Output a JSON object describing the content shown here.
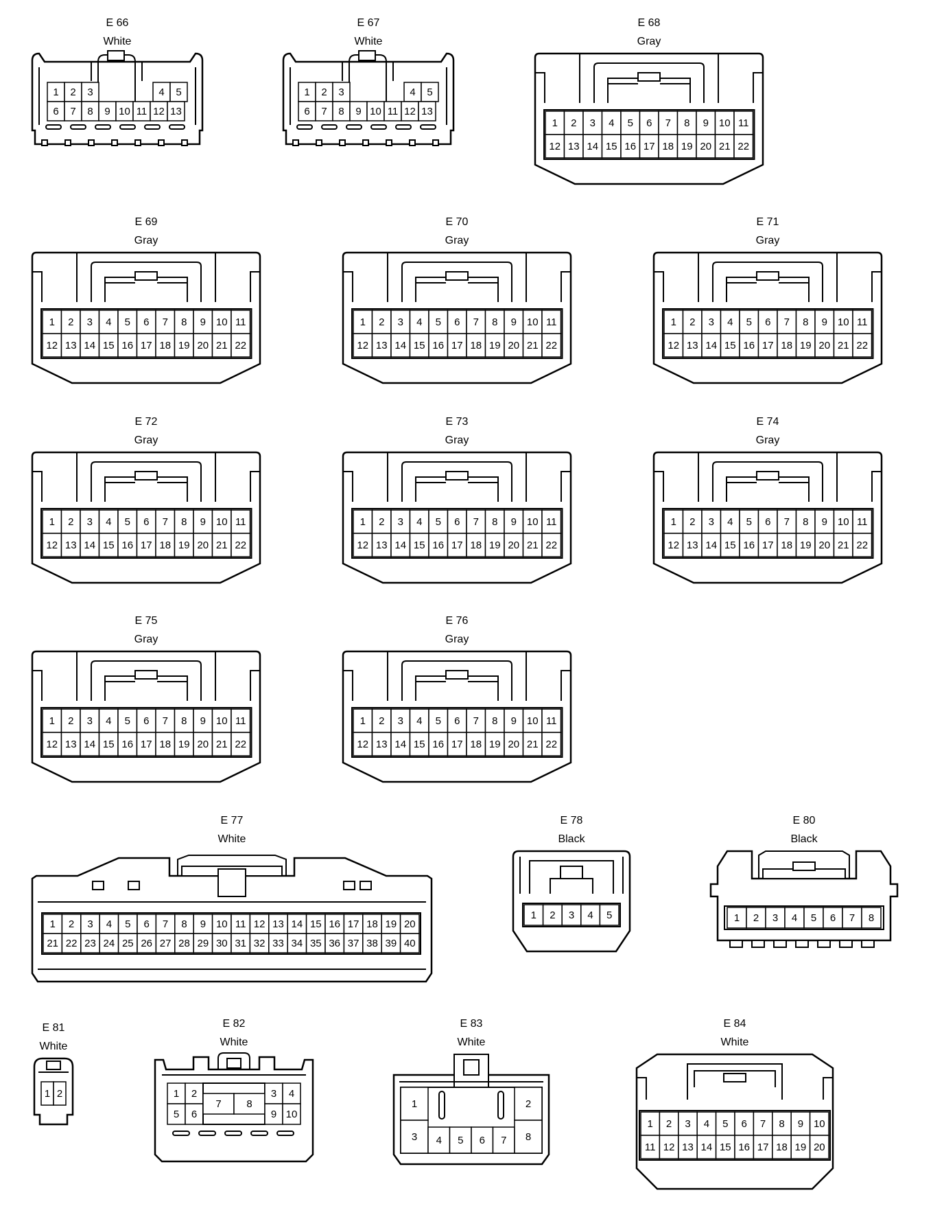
{
  "connectors": [
    {
      "id": "E 66",
      "color": "White",
      "type": "w13",
      "pins": {
        "top": [
          "1",
          "2",
          "3",
          "4",
          "5"
        ],
        "bottom": [
          "6",
          "7",
          "8",
          "9",
          "10",
          "11",
          "12",
          "13"
        ]
      }
    },
    {
      "id": "E 67",
      "color": "White",
      "type": "w13",
      "pins": {
        "top": [
          "1",
          "2",
          "3",
          "4",
          "5"
        ],
        "bottom": [
          "6",
          "7",
          "8",
          "9",
          "10",
          "11",
          "12",
          "13"
        ]
      }
    },
    {
      "id": "E 68",
      "color": "Gray",
      "type": "g22",
      "rows": [
        [
          "1",
          "2",
          "3",
          "4",
          "5",
          "6",
          "7",
          "8",
          "9",
          "10",
          "11"
        ],
        [
          "12",
          "13",
          "14",
          "15",
          "16",
          "17",
          "18",
          "19",
          "20",
          "21",
          "22"
        ]
      ]
    },
    {
      "id": "E 69",
      "color": "Gray",
      "type": "g22",
      "rows": [
        [
          "1",
          "2",
          "3",
          "4",
          "5",
          "6",
          "7",
          "8",
          "9",
          "10",
          "11"
        ],
        [
          "12",
          "13",
          "14",
          "15",
          "16",
          "17",
          "18",
          "19",
          "20",
          "21",
          "22"
        ]
      ]
    },
    {
      "id": "E 70",
      "color": "Gray",
      "type": "g22",
      "rows": [
        [
          "1",
          "2",
          "3",
          "4",
          "5",
          "6",
          "7",
          "8",
          "9",
          "10",
          "11"
        ],
        [
          "12",
          "13",
          "14",
          "15",
          "16",
          "17",
          "18",
          "19",
          "20",
          "21",
          "22"
        ]
      ]
    },
    {
      "id": "E 71",
      "color": "Gray",
      "type": "g22",
      "rows": [
        [
          "1",
          "2",
          "3",
          "4",
          "5",
          "6",
          "7",
          "8",
          "9",
          "10",
          "11"
        ],
        [
          "12",
          "13",
          "14",
          "15",
          "16",
          "17",
          "18",
          "19",
          "20",
          "21",
          "22"
        ]
      ]
    },
    {
      "id": "E 72",
      "color": "Gray",
      "type": "g22",
      "rows": [
        [
          "1",
          "2",
          "3",
          "4",
          "5",
          "6",
          "7",
          "8",
          "9",
          "10",
          "11"
        ],
        [
          "12",
          "13",
          "14",
          "15",
          "16",
          "17",
          "18",
          "19",
          "20",
          "21",
          "22"
        ]
      ]
    },
    {
      "id": "E 73",
      "color": "Gray",
      "type": "g22",
      "rows": [
        [
          "1",
          "2",
          "3",
          "4",
          "5",
          "6",
          "7",
          "8",
          "9",
          "10",
          "11"
        ],
        [
          "12",
          "13",
          "14",
          "15",
          "16",
          "17",
          "18",
          "19",
          "20",
          "21",
          "22"
        ]
      ]
    },
    {
      "id": "E 74",
      "color": "Gray",
      "type": "g22",
      "rows": [
        [
          "1",
          "2",
          "3",
          "4",
          "5",
          "6",
          "7",
          "8",
          "9",
          "10",
          "11"
        ],
        [
          "12",
          "13",
          "14",
          "15",
          "16",
          "17",
          "18",
          "19",
          "20",
          "21",
          "22"
        ]
      ]
    },
    {
      "id": "E 75",
      "color": "Gray",
      "type": "g22",
      "rows": [
        [
          "1",
          "2",
          "3",
          "4",
          "5",
          "6",
          "7",
          "8",
          "9",
          "10",
          "11"
        ],
        [
          "12",
          "13",
          "14",
          "15",
          "16",
          "17",
          "18",
          "19",
          "20",
          "21",
          "22"
        ]
      ]
    },
    {
      "id": "E 76",
      "color": "Gray",
      "type": "g22",
      "rows": [
        [
          "1",
          "2",
          "3",
          "4",
          "5",
          "6",
          "7",
          "8",
          "9",
          "10",
          "11"
        ],
        [
          "12",
          "13",
          "14",
          "15",
          "16",
          "17",
          "18",
          "19",
          "20",
          "21",
          "22"
        ]
      ]
    },
    {
      "id": "E 77",
      "color": "White",
      "type": "w40",
      "rows": [
        [
          "1",
          "2",
          "3",
          "4",
          "5",
          "6",
          "7",
          "8",
          "9",
          "10",
          "11",
          "12",
          "13",
          "14",
          "15",
          "16",
          "17",
          "18",
          "19",
          "20"
        ],
        [
          "21",
          "22",
          "23",
          "24",
          "25",
          "26",
          "27",
          "28",
          "29",
          "30",
          "31",
          "32",
          "33",
          "34",
          "35",
          "36",
          "37",
          "38",
          "39",
          "40"
        ]
      ]
    },
    {
      "id": "E 78",
      "color": "Black",
      "type": "b5",
      "rows": [
        [
          "1",
          "2",
          "3",
          "4",
          "5"
        ]
      ]
    },
    {
      "id": "E 80",
      "color": "Black",
      "type": "b8",
      "rows": [
        [
          "1",
          "2",
          "3",
          "4",
          "5",
          "6",
          "7",
          "8"
        ]
      ]
    },
    {
      "id": "E 81",
      "color": "White",
      "type": "w2",
      "rows": [
        [
          "1",
          "2"
        ]
      ]
    },
    {
      "id": "E 82",
      "color": "White",
      "type": "w10",
      "pins": [
        "1",
        "2",
        "3",
        "4",
        "5",
        "6",
        "7",
        "8",
        "9",
        "10"
      ]
    },
    {
      "id": "E 83",
      "color": "White",
      "type": "w8",
      "pins": [
        "1",
        "2",
        "3",
        "4",
        "5",
        "6",
        "7",
        "8"
      ]
    },
    {
      "id": "E 84",
      "color": "White",
      "type": "w20",
      "rows": [
        [
          "1",
          "2",
          "3",
          "4",
          "5",
          "6",
          "7",
          "8",
          "9",
          "10"
        ],
        [
          "11",
          "12",
          "13",
          "14",
          "15",
          "16",
          "17",
          "18",
          "19",
          "20"
        ]
      ]
    }
  ]
}
